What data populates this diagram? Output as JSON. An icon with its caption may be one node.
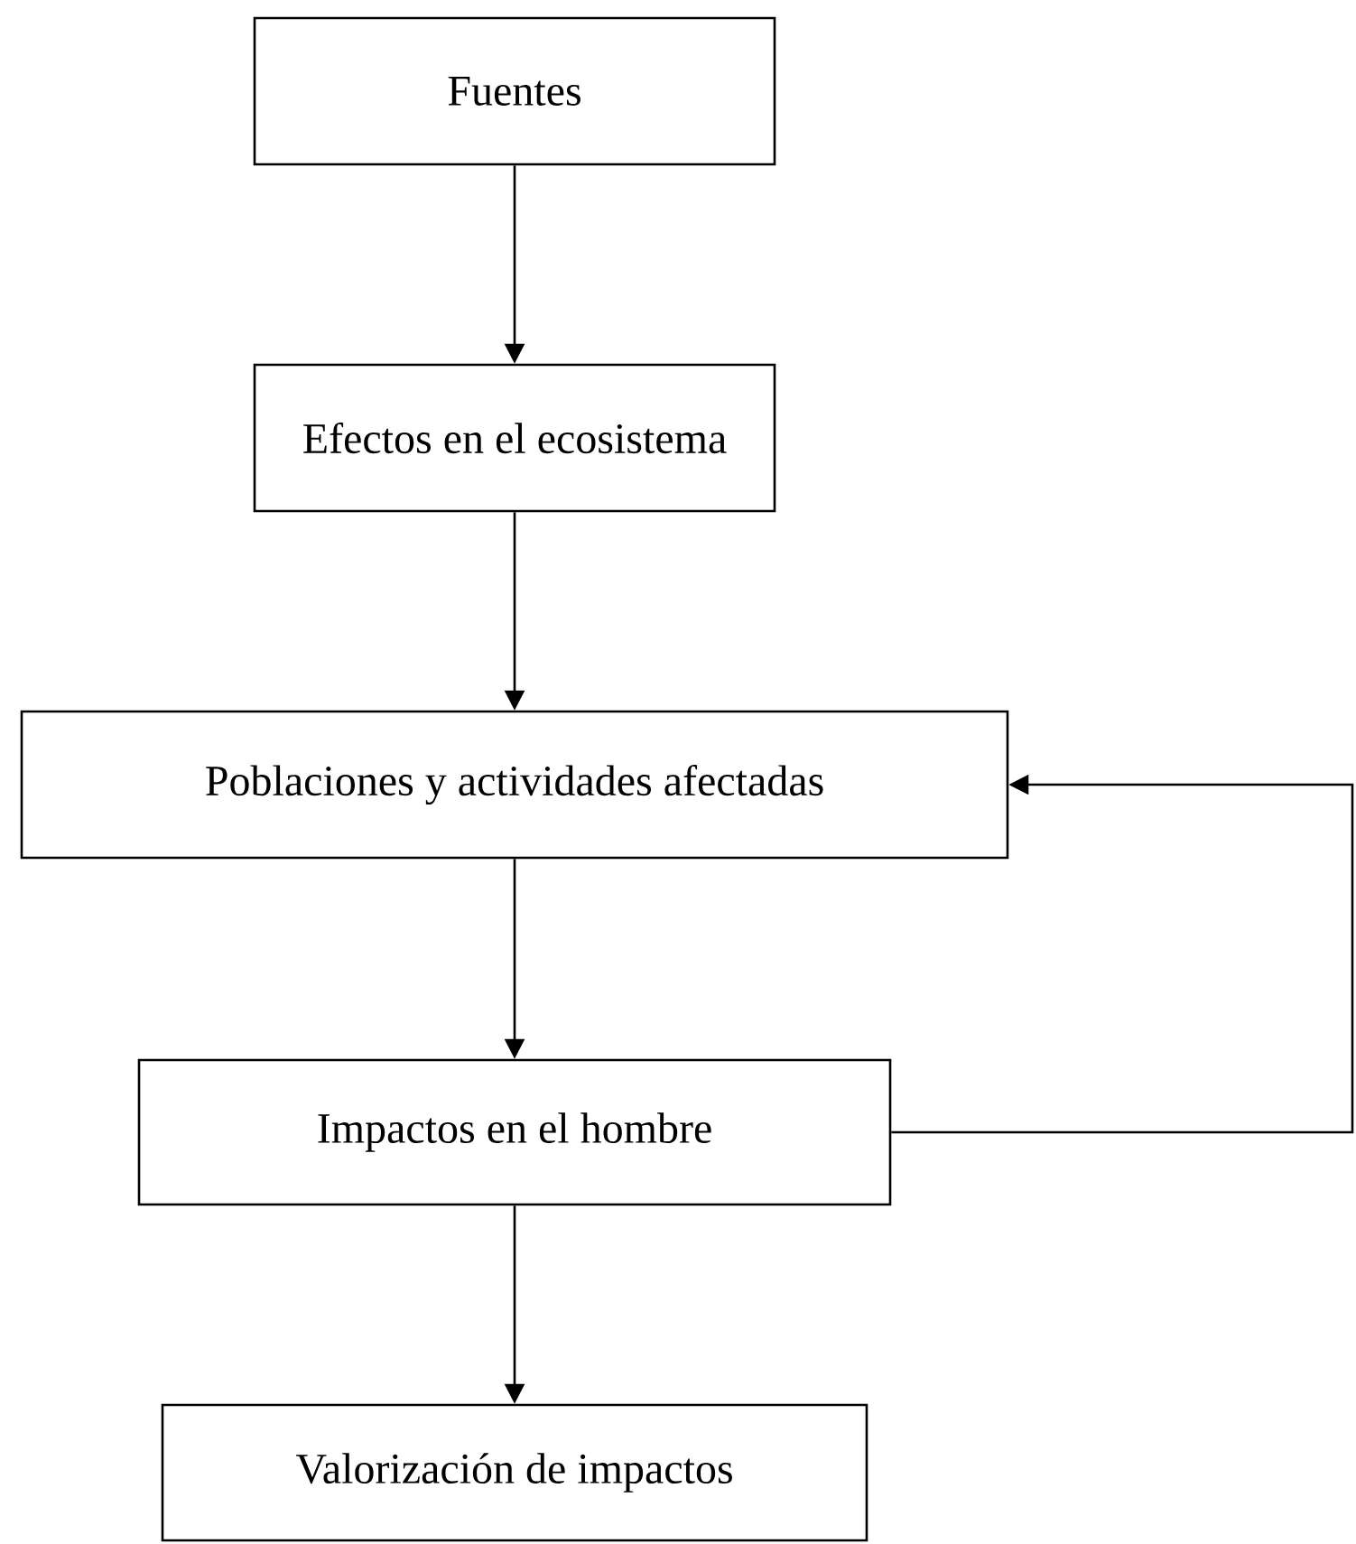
{
  "diagram": {
    "nodes": [
      {
        "text": [
          "Fuentes"
        ]
      },
      {
        "text": [
          "Efectos en el ecosistema"
        ]
      },
      {
        "text": [
          "Poblaciones y actividades afectadas"
        ]
      },
      {
        "text": [
          "Impactos en el hombre"
        ]
      },
      {
        "text": [
          "Valorización de impactos"
        ]
      }
    ],
    "edges": [
      {
        "from": 0,
        "to": 1,
        "arrow": "to"
      },
      {
        "from": 1,
        "to": 2,
        "arrow": "to"
      },
      {
        "from": 2,
        "to": 3,
        "arrow": "to"
      },
      {
        "from": 3,
        "to": 4,
        "arrow": "to"
      },
      {
        "from": 3,
        "to": 2,
        "arrow": "to"
      }
    ]
  }
}
